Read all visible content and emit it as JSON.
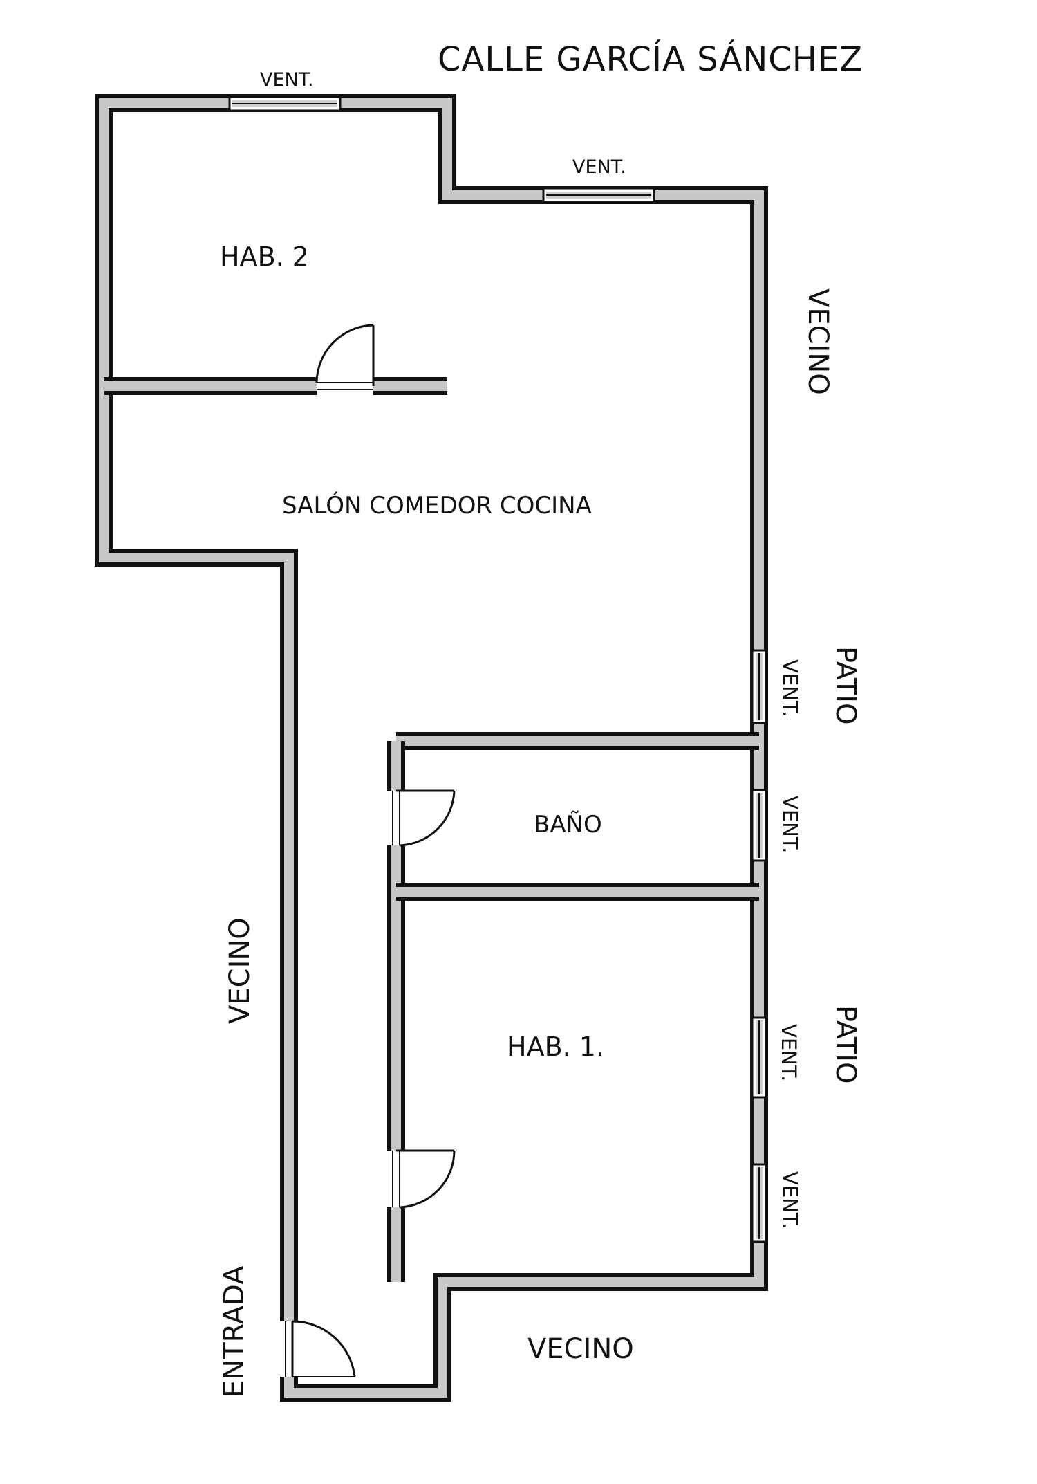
{
  "title": "CALLE GARCÍA SÁNCHEZ",
  "rooms": {
    "hab2": "HAB. 2",
    "salon": "SALÓN COMEDOR COCINA",
    "bano": "BAÑO",
    "hab1": "HAB. 1."
  },
  "labels": {
    "vecino_right": "VECINO",
    "vecino_left": "VECINO",
    "vecino_bottom": "VECINO",
    "patio_upper": "PATIO",
    "patio_lower": "PATIO",
    "entrada": "ENTRADA"
  },
  "windows": {
    "top_left": "VENT.",
    "top_right": "VENT.",
    "right_salon": "VENT.",
    "right_bano": "VENT.",
    "right_hab1_upper": "VENT.",
    "right_hab1_lower": "VENT."
  },
  "colors": {
    "wall_outline": "#111111",
    "wall_fill": "#c8c8c8",
    "background": "#ffffff"
  }
}
